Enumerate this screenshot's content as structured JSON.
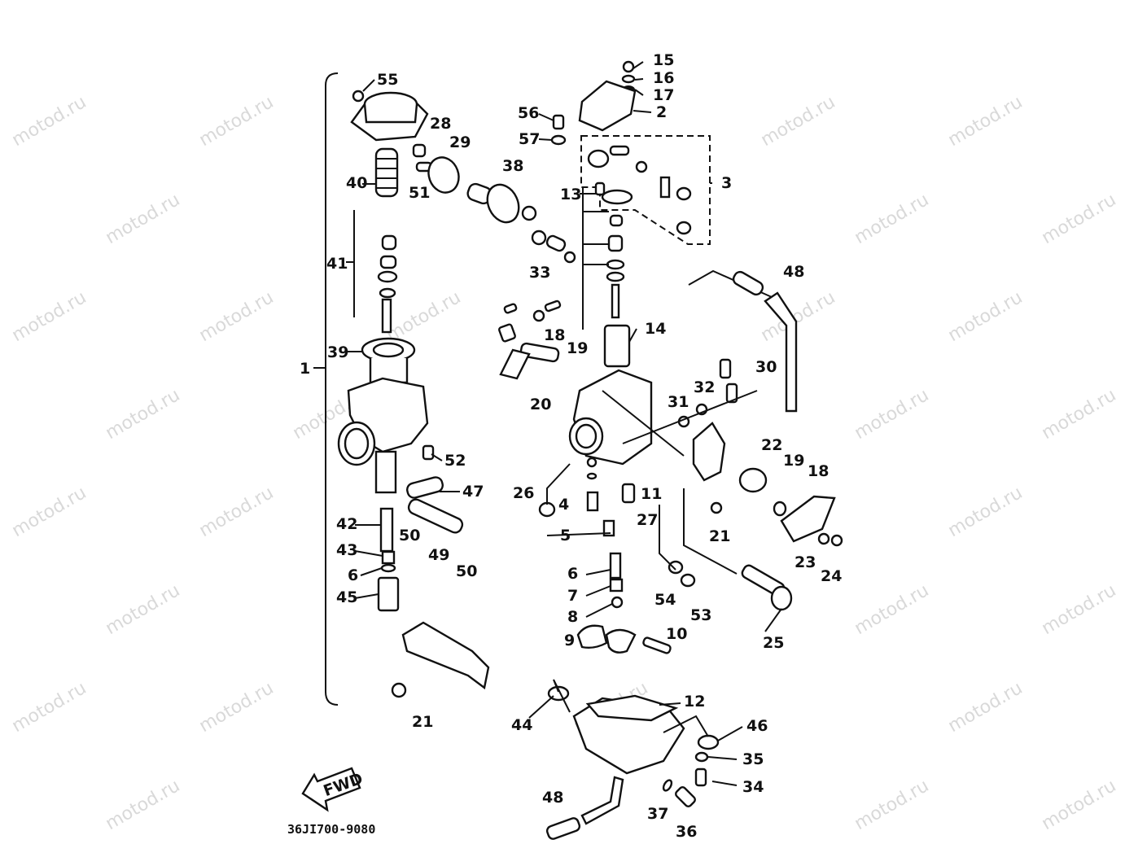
{
  "diagram": {
    "title": "Carburetor exploded parts diagram",
    "watermark": "motod.ru",
    "drawing_code": "36JI700-9080",
    "fwd_label": "FWD",
    "callouts": [
      {
        "id": "c1",
        "label": "1"
      },
      {
        "id": "c2",
        "label": "2"
      },
      {
        "id": "c3",
        "label": "3"
      },
      {
        "id": "c4",
        "label": "4"
      },
      {
        "id": "c5",
        "label": "5"
      },
      {
        "id": "c6a",
        "label": "6"
      },
      {
        "id": "c6b",
        "label": "6"
      },
      {
        "id": "c7",
        "label": "7"
      },
      {
        "id": "c8",
        "label": "8"
      },
      {
        "id": "c9",
        "label": "9"
      },
      {
        "id": "c10",
        "label": "10"
      },
      {
        "id": "c11",
        "label": "11"
      },
      {
        "id": "c12",
        "label": "12"
      },
      {
        "id": "c13",
        "label": "13"
      },
      {
        "id": "c14",
        "label": "14"
      },
      {
        "id": "c15",
        "label": "15"
      },
      {
        "id": "c16",
        "label": "16"
      },
      {
        "id": "c17",
        "label": "17"
      },
      {
        "id": "c18a",
        "label": "18"
      },
      {
        "id": "c18b",
        "label": "18"
      },
      {
        "id": "c19a",
        "label": "19"
      },
      {
        "id": "c19b",
        "label": "19"
      },
      {
        "id": "c20",
        "label": "20"
      },
      {
        "id": "c21a",
        "label": "21"
      },
      {
        "id": "c21b",
        "label": "21"
      },
      {
        "id": "c22",
        "label": "22"
      },
      {
        "id": "c23",
        "label": "23"
      },
      {
        "id": "c24",
        "label": "24"
      },
      {
        "id": "c25",
        "label": "25"
      },
      {
        "id": "c26",
        "label": "26"
      },
      {
        "id": "c27",
        "label": "27"
      },
      {
        "id": "c28",
        "label": "28"
      },
      {
        "id": "c29",
        "label": "29"
      },
      {
        "id": "c30",
        "label": "30"
      },
      {
        "id": "c31",
        "label": "31"
      },
      {
        "id": "c32",
        "label": "32"
      },
      {
        "id": "c33",
        "label": "33"
      },
      {
        "id": "c34",
        "label": "34"
      },
      {
        "id": "c35",
        "label": "35"
      },
      {
        "id": "c36",
        "label": "36"
      },
      {
        "id": "c37",
        "label": "37"
      },
      {
        "id": "c38",
        "label": "38"
      },
      {
        "id": "c39",
        "label": "39"
      },
      {
        "id": "c40",
        "label": "40"
      },
      {
        "id": "c41",
        "label": "41"
      },
      {
        "id": "c42",
        "label": "42"
      },
      {
        "id": "c43",
        "label": "43"
      },
      {
        "id": "c44",
        "label": "44"
      },
      {
        "id": "c45",
        "label": "45"
      },
      {
        "id": "c46",
        "label": "46"
      },
      {
        "id": "c47",
        "label": "47"
      },
      {
        "id": "c48a",
        "label": "48"
      },
      {
        "id": "c48b",
        "label": "48"
      },
      {
        "id": "c49",
        "label": "49"
      },
      {
        "id": "c50a",
        "label": "50"
      },
      {
        "id": "c50b",
        "label": "50"
      },
      {
        "id": "c51",
        "label": "51"
      },
      {
        "id": "c52",
        "label": "52"
      },
      {
        "id": "c53",
        "label": "53"
      },
      {
        "id": "c54",
        "label": "54"
      },
      {
        "id": "c55",
        "label": "55"
      },
      {
        "id": "c56",
        "label": "56"
      },
      {
        "id": "c57",
        "label": "57"
      }
    ]
  }
}
